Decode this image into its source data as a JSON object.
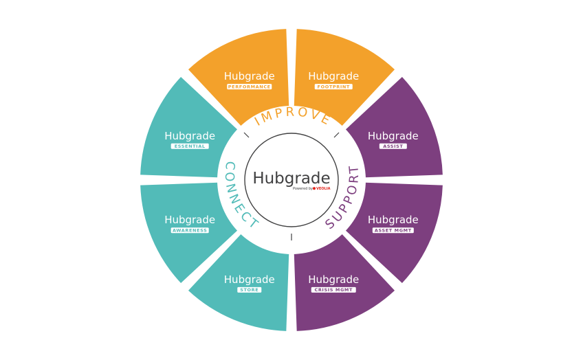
{
  "colors": {
    "improve": "#f3a12b",
    "support": "#7d3f7f",
    "connect": "#52bbb8",
    "center_ring": "#404041",
    "brand_red": "#e2231a"
  },
  "segments": [
    {
      "key": "performance",
      "title": "Hubgrade",
      "tag": "PERFORMANCE",
      "group": "improve"
    },
    {
      "key": "footprint",
      "title": "Hubgrade",
      "tag": "FOOTPRINT",
      "group": "improve"
    },
    {
      "key": "assist",
      "title": "Hubgrade",
      "tag": "ASSIST",
      "group": "support"
    },
    {
      "key": "asset-mgmt",
      "title": "Hubgrade",
      "tag": "ASSET MGMT",
      "group": "support"
    },
    {
      "key": "crisis-mgmt",
      "title": "Hubgrade",
      "tag": "CRISIS MGMT",
      "group": "support"
    },
    {
      "key": "store",
      "title": "Hubgrade",
      "tag": "STORE",
      "group": "connect"
    },
    {
      "key": "awareness",
      "title": "Hubgrade",
      "tag": "AWARENESS",
      "group": "connect"
    },
    {
      "key": "essential",
      "title": "Hubgrade",
      "tag": "ESSENTIAL",
      "group": "connect"
    }
  ],
  "groups": {
    "improve": "IMPROVE",
    "support": "SUPPORT",
    "connect": "CONNECT"
  },
  "center": {
    "title": "Hubgrade",
    "powered_by": "Powered by",
    "brand": "VEOLIA"
  }
}
